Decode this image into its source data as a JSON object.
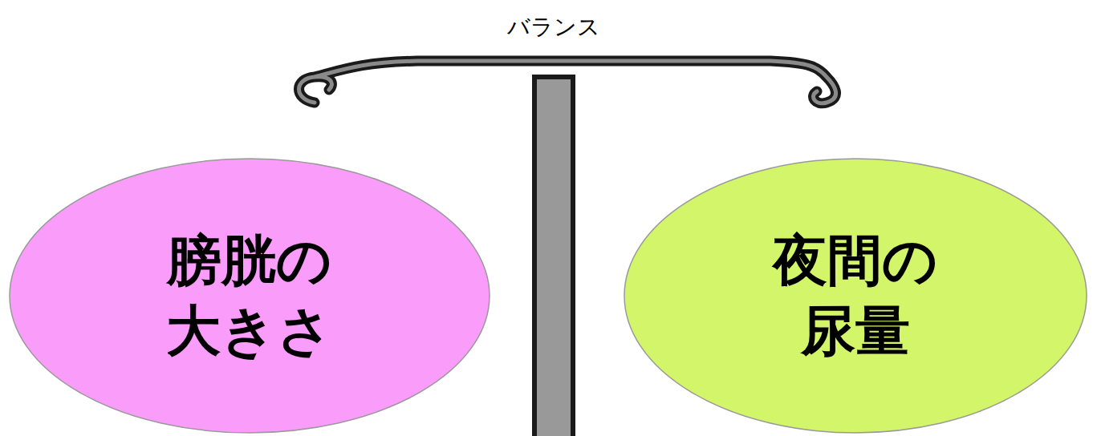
{
  "diagram": {
    "nodes": [
      {
        "text": [
          "膀胱の 大きさ"
        ]
      },
      {
        "text": [
          "夜間の 尿量"
        ]
      }
    ],
    "labels": [
      "バランス"
    ]
  }
}
